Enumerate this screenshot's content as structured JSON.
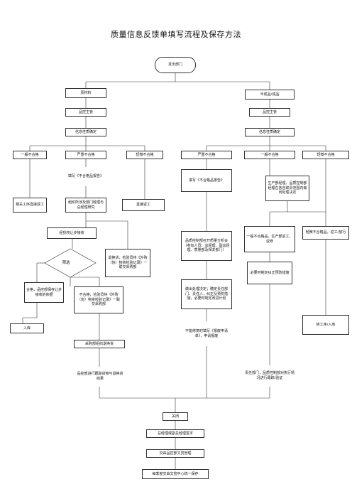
{
  "title": "质量信息反馈单填写流程及保存方法",
  "nodes": {
    "start": "发出部门",
    "raw": "原材料",
    "semi": "半成品/成品",
    "qc_left": "品控主管",
    "qc_right": "品控主管",
    "nature_left": "信息性质确定",
    "nature_right": "信息性质确定",
    "l_general": "一般不合格",
    "l_serious": "严重不合格",
    "l_minor": "轻微不合格",
    "r_serious": "严重不合格",
    "r_general": "一般不合格",
    "r_minor": "轻微不合格",
    "l_fill_report": "填写《不合格品报告》",
    "l_general_action": "相关工序直接返工",
    "l_serious_action": "组织所涉及部门经理与总经理研究",
    "l_minor_action": "直接返工",
    "concession": "经授权让步接收",
    "screen": "筛选",
    "return_note": "退换货，检验员将《外购（协）物资检验记录》一联交采购部",
    "qualified": "合格，品控部保存让步接收的依据",
    "unqualified": "不合格，检验员将《外购（协）物资检验记录》一联交采购部",
    "storage": "入库",
    "purchase_return": "采购部组织退换货",
    "qc_track": "品控部进行跟踪货物与退换货结果",
    "r_fill_report": "填写《不合格品报告》",
    "r_prod_manager": "生产部经理、品质控制部经理在各自职责范围内做出处理决定",
    "r_meeting": "品质控制部召开质量分析会（参加人员：总经理、副总经理、质量部及相关部门）",
    "r_decision": "做出处理决定；确定责任部门、责任人，纠正及预防措施，必要时制定改进计划",
    "r_inability": "不能修复时填写《报废申请单》，申请报废",
    "r_general_action": "一般不合格品，生产部返工、返修",
    "r_minor_action": "轻微不合格品，返工/放行",
    "r_prevent": "必要时制定纠正预防措施",
    "r_transfer": "转工序/入库",
    "r_responsible": "责任部门，品质控制部对执行情况进行跟踪/验证",
    "close": "关闭",
    "gm_sign": "总经理或副总经理签字",
    "qc_archive": "交由品控部文员管理",
    "quarterly": "每季度交由文管中心统一保存"
  }
}
